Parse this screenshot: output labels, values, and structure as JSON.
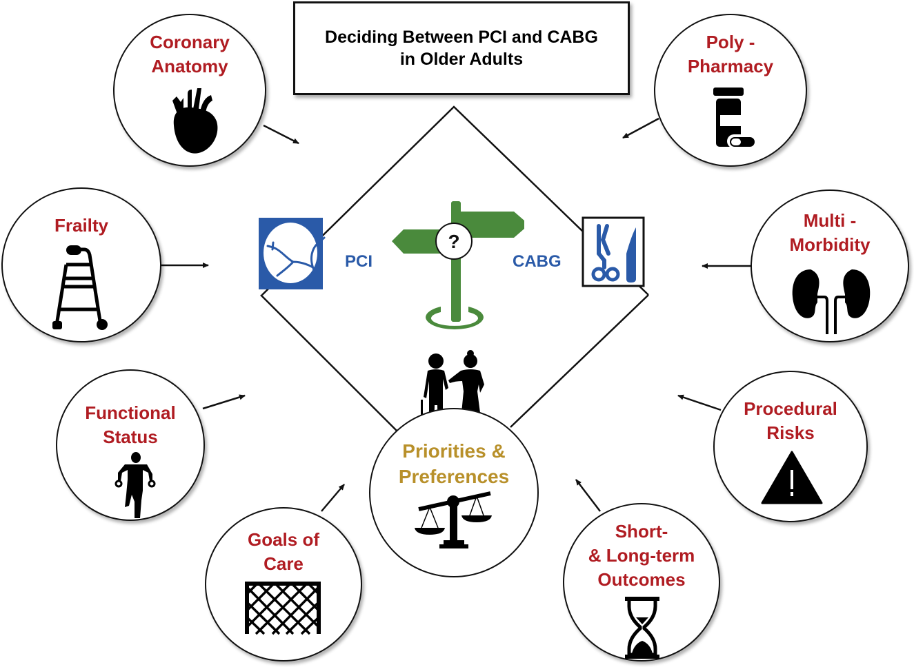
{
  "title": {
    "line1": "Deciding Between PCI and CABG",
    "line2": "in Older Adults"
  },
  "options": {
    "left": "PCI",
    "right": "CABG",
    "signpost_symbol": "?"
  },
  "center": {
    "line1": "Priorities &",
    "line2": "Preferences",
    "icons": [
      "elderly-couple-icon",
      "balance-scale-icon"
    ]
  },
  "factors": [
    {
      "id": "coronary-anatomy",
      "line1": "Coronary",
      "line2": "Anatomy",
      "icon": "heart-icon"
    },
    {
      "id": "polypharmacy",
      "line1": "Poly -",
      "line2": "Pharmacy",
      "icon": "pill-bottle-icon"
    },
    {
      "id": "frailty",
      "line1": "Frailty",
      "line2": "",
      "icon": "walker-icon"
    },
    {
      "id": "multimorbidity",
      "line1": "Multi -",
      "line2": "Morbidity",
      "icon": "kidneys-icon"
    },
    {
      "id": "functional-status",
      "line1": "Functional",
      "line2": "Status",
      "icon": "running-person-icon"
    },
    {
      "id": "procedural-risks",
      "line1": "Procedural",
      "line2": "Risks",
      "icon": "warning-icon"
    },
    {
      "id": "goals-of-care",
      "line1": "Goals of",
      "line2": "Care",
      "icon": "goal-net-icon"
    },
    {
      "id": "outcomes",
      "line1": "Short-",
      "line2": "& Long-term",
      "line3": "Outcomes",
      "icon": "hourglass-icon"
    }
  ],
  "colors": {
    "factor_text": "#b01c22",
    "center_text": "#b8902a",
    "option_blue": "#2a5aa8",
    "signpost_green": "#4a8a3c"
  }
}
